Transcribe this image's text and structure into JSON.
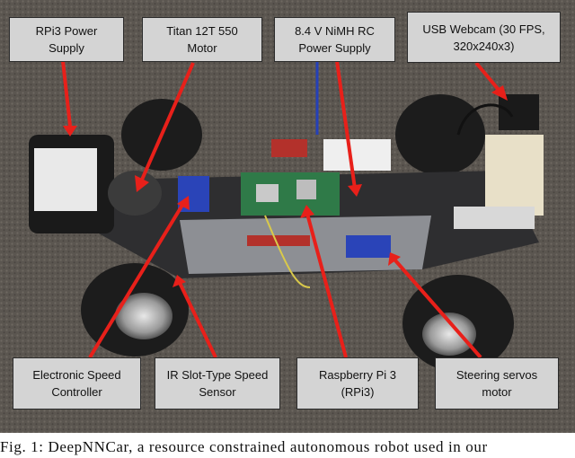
{
  "figure": {
    "labels": {
      "rpi_power": "RPi3 Power\nSupply",
      "motor": "Titan 12T 550\nMotor",
      "battery": "8.4 V NiMH RC\nPower Supply",
      "webcam": "USB Webcam (30 FPS,\n320x240x3)",
      "esc": "Electronic Speed\nController",
      "ir_sensor": "IR Slot-Type Speed\nSensor",
      "raspberry_pi": "Raspberry Pi 3\n(RPi3)",
      "servo": "Steering servos\nmotor"
    }
  },
  "caption": "Fig. 1: DeepNNCar, a resource constrained autonomous robot used in our"
}
